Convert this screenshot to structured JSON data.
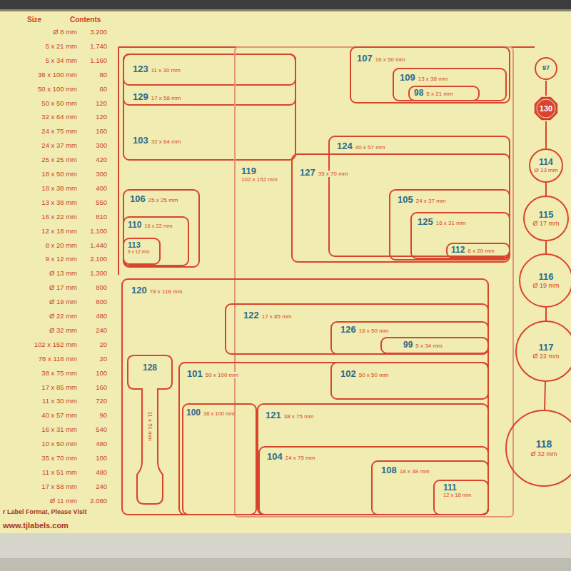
{
  "diagram": {
    "nodes": [
      {
        "text": [
          "103",
          "32 x 64 mm"
        ]
      },
      {
        "text": [
          "129",
          "17 x 58 mm"
        ],
        "in": 0
      },
      {
        "text": [
          "123",
          "11 x 30 mm"
        ],
        "in": 1
      },
      {
        "text": [
          "119",
          "102 x 152 mm"
        ]
      },
      {
        "text": [
          "107",
          "16 x 50 mm"
        ],
        "in": 3
      },
      {
        "text": [
          "109",
          "13 x 38 mm"
        ],
        "in": 4
      },
      {
        "text": [
          "98",
          "5 x 21 mm"
        ],
        "in": 5
      },
      {
        "text": [
          "124",
          "40 x 57 mm"
        ],
        "in": 3
      },
      {
        "text": [
          "127",
          "35 x 70 mm"
        ],
        "in": 3
      },
      {
        "text": [
          "105",
          "24 x 37 mm"
        ],
        "in": 8
      },
      {
        "text": [
          "125",
          "16 x 31 mm"
        ],
        "in": 9
      },
      {
        "text": [
          "112",
          "8 x 20 mm"
        ],
        "in": 10
      },
      {
        "text": [
          "97"
        ]
      },
      {
        "text": [
          "130"
        ]
      },
      {
        "text": [
          "114",
          "Ø 13 mm"
        ]
      },
      {
        "text": [
          "115",
          "Ø 17 mm"
        ]
      },
      {
        "text": [
          "116",
          "Ø 19 mm"
        ]
      },
      {
        "text": [
          "117",
          "Ø 22 mm"
        ]
      },
      {
        "text": [
          "118",
          "Ø 32 mm"
        ]
      },
      {
        "text": [
          "106",
          "25 x 25 mm"
        ]
      },
      {
        "text": [
          "110",
          "16 x 22 mm"
        ],
        "in": 19
      },
      {
        "text": [
          "113",
          "9 x 12 mm"
        ],
        "in": 20
      },
      {
        "text": [
          "120",
          "78 x 118 mm"
        ]
      },
      {
        "text": [
          "122",
          "17 x 85 mm"
        ],
        "in": 22
      },
      {
        "text": [
          "126",
          "16 x 50 mm"
        ],
        "in": 23
      },
      {
        "text": [
          "99",
          "5 x 34 mm"
        ],
        "in": 24
      },
      {
        "text": [
          "128",
          "11 x 51 mm"
        ],
        "in": 22
      },
      {
        "text": [
          "101",
          "50 x 100 mm"
        ],
        "in": 22
      },
      {
        "text": [
          "102",
          "50 x 50 mm"
        ],
        "in": 27
      },
      {
        "text": [
          "100",
          "38 x 100 mm"
        ],
        "in": 27
      },
      {
        "text": [
          "121",
          "38 x 75 mm"
        ],
        "in": 27
      },
      {
        "text": [
          "104",
          "24 x 75 mm"
        ],
        "in": 30
      },
      {
        "text": [
          "108",
          "18 x 38 mm"
        ],
        "in": 31
      },
      {
        "text": [
          "111",
          "12 x 18 mm"
        ],
        "in": 32
      }
    ],
    "labels": [
      "Size",
      "Contents",
      "Ø 8 mm",
      "3.200",
      "5 x 21 mm",
      "1.740",
      "5 x 34 mm",
      "1.160",
      "38 x 100 mm",
      "80",
      "50 x 100 mm",
      "60",
      "50 x 50 mm",
      "120",
      "32 x 64 mm",
      "120",
      "24 x 75 mm",
      "160",
      "24 x 37 mm",
      "300",
      "25 x 25 mm",
      "420",
      "18 x 50 mm",
      "300",
      "18 x 38 mm",
      "400",
      "13 x 38 mm",
      "550",
      "16 x 22 mm",
      "810",
      "12 x 18 mm",
      "1.100",
      "8 x 20 mm",
      "1.440",
      "9 x 12 mm",
      "2.100",
      "Ø 13 mm",
      "1.300",
      "Ø 17 mm",
      "800",
      "Ø 19 mm",
      "800",
      "Ø 22 mm",
      "480",
      "Ø 32 mm",
      "240",
      "102 x 152 mm",
      "20",
      "78 x 118 mm",
      "20",
      "38 x 75 mm",
      "100",
      "17 x 85 mm",
      "160",
      "11 x 30 mm",
      "720",
      "40 x 57 mm",
      "90",
      "16 x 31 mm",
      "540",
      "10 x 50 mm",
      "480",
      "35 x 70 mm",
      "100",
      "11 x 51 mm",
      "480",
      "17 x 58 mm",
      "240",
      "Ø 11 mm",
      "2.080",
      "r Label Format, Please Visit",
      "www.tjlabels.com"
    ]
  }
}
